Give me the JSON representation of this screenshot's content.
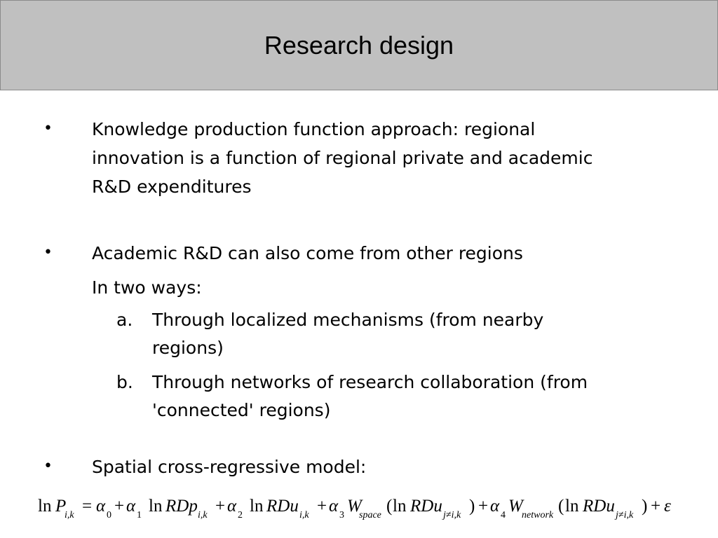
{
  "slide": {
    "title": "Research design"
  },
  "content": {
    "bullet_symbol": "•",
    "bullet1_lines": [
      "Knowledge production function approach: regional",
      "innovation is a function of regional private and academic",
      "R&D expenditures"
    ],
    "bullet2_text": "Academic R&D can also come from other regions",
    "bullet2_followup": "In two ways:",
    "sub_a": {
      "marker": "a.",
      "lines": [
        "Through localized mechanisms (from nearby",
        "regions)"
      ]
    },
    "sub_b": {
      "marker": "b.",
      "lines": [
        "Through networks of research collaboration (from",
        "'connected' regions)"
      ]
    },
    "bullet3_text": "Spatial cross-regressive model:"
  },
  "equation": {
    "ln": "ln",
    "P": "P",
    "sub_ik": "i,k",
    "sub_jik": "j≠i,k",
    "eq": "=",
    "plus": "+",
    "alpha": "α",
    "a0": "0",
    "a1": "1",
    "a2": "2",
    "a3": "3",
    "a4": "4",
    "RDp": "RDp",
    "RDu": "RDu",
    "W": "W",
    "space": "space",
    "network": "network",
    "lparen": "(",
    "rparen": ")",
    "epsilon": "ε"
  }
}
